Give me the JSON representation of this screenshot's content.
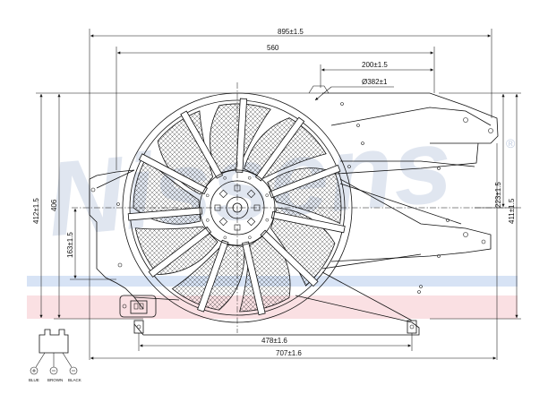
{
  "watermark": {
    "text": "Nissens",
    "registered": "®"
  },
  "dimensions": {
    "overall_width": "895±1.5",
    "frame_width": "560",
    "offset_200": "200±1.5",
    "diameter": "Ø382±1",
    "bottom_478": "478±1.6",
    "bottom_707": "707±1.6",
    "left_412": "412±1.5",
    "left_406": "406",
    "left_163": "163±1.5",
    "right_223": "223±1.5",
    "right_411": "411±1.5"
  },
  "connector": {
    "pins": [
      "BLUE",
      "BROWN",
      "BLACK"
    ]
  },
  "colors": {
    "line": "#111111",
    "watermark_blue": "#c8d2e4",
    "watermark_band_blue": "#bcd0ee",
    "watermark_band_red": "#f6c6cc"
  }
}
